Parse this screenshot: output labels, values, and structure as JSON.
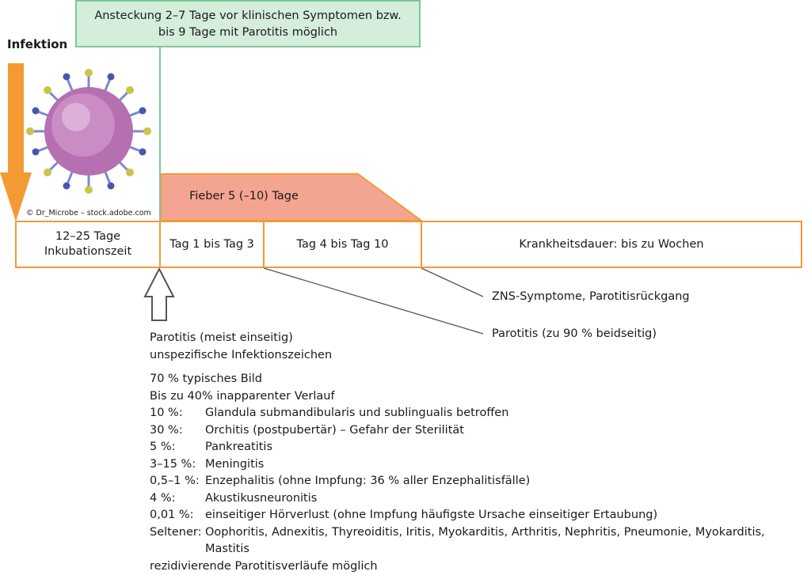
{
  "colors": {
    "orange": "#f39a33",
    "fever_fill": "#f4a591",
    "green_fill": "#d5eddb",
    "green_border": "#7ec898",
    "gray": "#555555"
  },
  "top_box": {
    "line1": "Ansteckung 2–7 Tage vor klinischen Symptomen bzw.",
    "line2": "bis 9 Tage mit Parotitis möglich"
  },
  "infektion_label": "Infektion",
  "image_credit": "© Dr_Microbe – stock.adobe.com",
  "fever_label": "Fieber 5 (–10) Tage",
  "timeline": {
    "incubation_line1": "12–25 Tage",
    "incubation_line2": "Inkubationszeit",
    "day1_3": "Tag 1 bis Tag 3",
    "day4_10": "Tag 4 bis Tag 10",
    "duration": "Krankheitsdauer: bis zu Wochen"
  },
  "callouts": {
    "zns": "ZNS-Symptome, Parotitisrückgang",
    "parotitis_bilateral": "Parotitis (zu 90 % beidseitig)"
  },
  "notes": {
    "intro1": "Parotitis (meist einseitig)",
    "intro2": "unspezifische Infektionszeichen",
    "typical": "70 % typisches Bild",
    "inapparent": "Bis zu 40% inapparenter Verlauf",
    "rows": [
      {
        "pct": "10 %:",
        "text": "Glandula submandibularis und sublingualis betroffen"
      },
      {
        "pct": "30 %:",
        "text": "Orchitis (postpubertär) – Gefahr der Sterilität"
      },
      {
        "pct": "5 %:",
        "text": "Pankreatitis"
      },
      {
        "pct": "3–15 %:",
        "text": "Meningitis"
      },
      {
        "pct": "0,5–1 %:",
        "text": "Enzephalitis (ohne Impfung: 36 % aller Enzephalitisfälle)"
      },
      {
        "pct": "4 %:",
        "text": "Akustikusneuronitis"
      },
      {
        "pct": "0,01 %:",
        "text": "einseitiger Hörverlust (ohne Impfung häufigste Ursache einseitiger Ertaubung)"
      },
      {
        "pct": "Seltener:",
        "text": "Oophoritis, Adnexitis, Thyreoiditis, Iritis, Myokarditis, Arthritis, Nephritis, Pneumonie, Myokarditis, Mastitis"
      }
    ],
    "last": "rezidivierende Parotitisverläufe möglich"
  }
}
